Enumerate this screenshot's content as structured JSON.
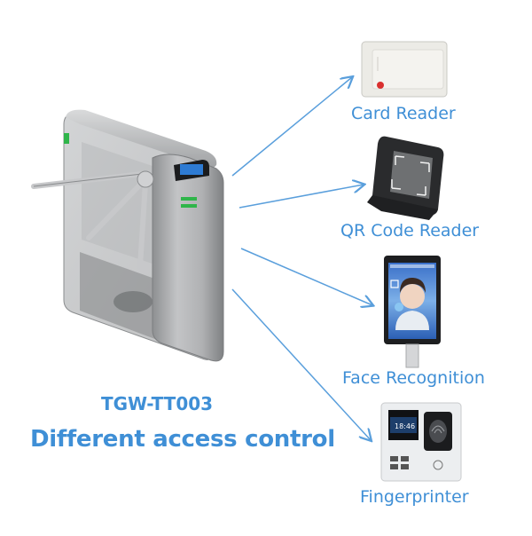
{
  "product": {
    "model": "TGW-TT003",
    "headline": "Different access control"
  },
  "devices": [
    {
      "label": "Card Reader"
    },
    {
      "label": "QR Code Reader"
    },
    {
      "label": "Face Recognition"
    },
    {
      "label": "Fingerprinter"
    }
  ],
  "screen": {
    "clock": "18:46"
  },
  "colors": {
    "accent": "#3f8fd6",
    "arrow": "#5a9fdc",
    "indicator": "#2fb54a",
    "housing": "#a7a8aa"
  },
  "icons": [
    "tripod-turnstile-image",
    "card-reader-image",
    "qr-reader-image",
    "face-terminal-image",
    "fingerprint-terminal-image"
  ]
}
